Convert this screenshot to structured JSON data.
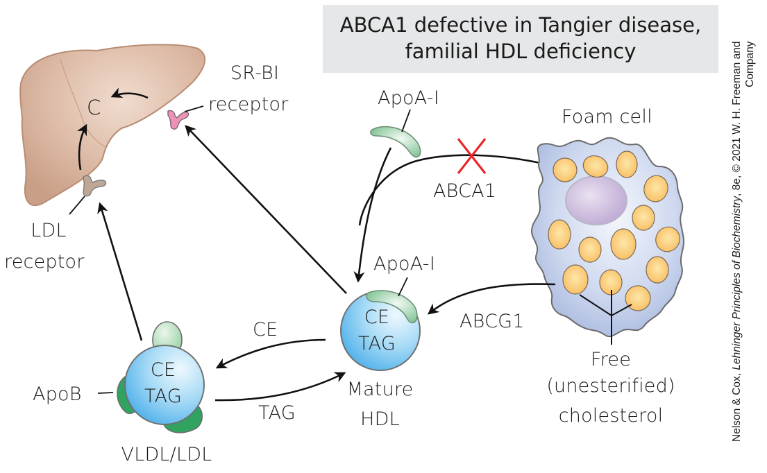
{
  "title_box": {
    "line1": "ABCA1 defective in Tangier disease,",
    "line2": "familial HDL deficiency"
  },
  "liver": {
    "cholesterol_label": "C",
    "sr_bi_line1": "SR-BI",
    "sr_bi_line2": "receptor",
    "ldl_receptor_line1": "LDL",
    "ldl_receptor_line2": "receptor"
  },
  "free_apoa1": {
    "label": "ApoA-I"
  },
  "foam_cell": {
    "title": "Foam cell",
    "free_chol_line1": "Free",
    "free_chol_line2": "(unesterified)",
    "free_chol_line3": "cholesterol"
  },
  "transporters": {
    "abca1": "ABCA1",
    "abca1_status": "blocked",
    "abcg1": "ABCG1"
  },
  "hdl": {
    "apo_label": "ApoA-I",
    "core_line1": "CE",
    "core_line2": "TAG",
    "name_line1": "Mature",
    "name_line2": "HDL"
  },
  "vldl": {
    "apo_label": "ApoB",
    "core_line1": "CE",
    "core_line2": "TAG",
    "name": "VLDL/LDL"
  },
  "exchange": {
    "to_vldl": "CE",
    "to_hdl": "TAG"
  },
  "colors": {
    "liver": "#d9b5a0",
    "sr_bi": "#ec8fb6",
    "ldl_receptor": "#b9a18f",
    "foam_cell": "#b7c6e6",
    "lipid_droplet": "#fbc46a",
    "nucleus": "#c7b5d8",
    "lipoprotein": "#7cc4ee",
    "apob": "#2fa35f",
    "apoa1": "#9ed1a8",
    "block_x": "#e8262b"
  },
  "credit": {
    "authors": "Nelson & Cox, ",
    "book": "Lehninger Principles of Biochemistry",
    "edition": ", 8e, © 2021 W. H. Freeman and",
    "line2": "Company"
  }
}
